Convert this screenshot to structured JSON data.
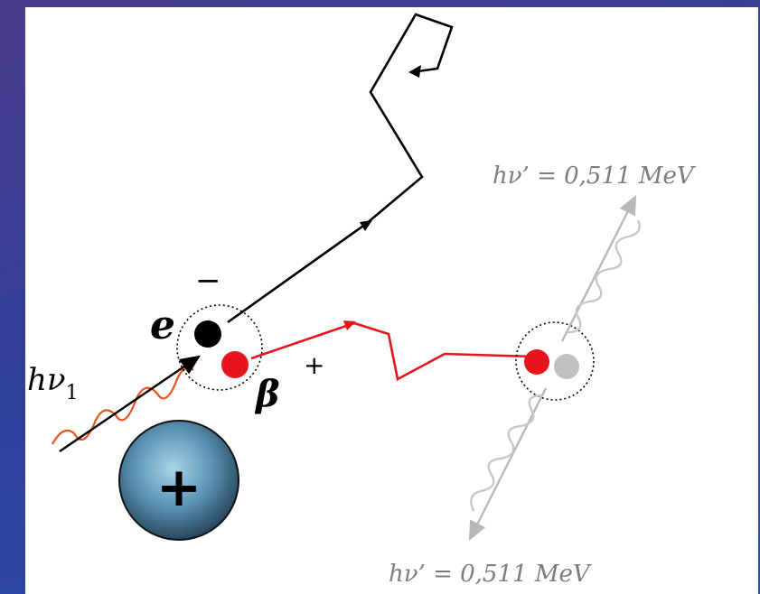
{
  "diagram": {
    "incident_photon_label": "hν",
    "incident_photon_subscript": "1",
    "electron_symbol": "e",
    "electron_charge": "−",
    "positron_symbol": "β",
    "positron_charge": "+",
    "nucleus_charge": "+",
    "annihilation_photon_top_label": "hν’ = 0,511 MeV",
    "annihilation_photon_bottom_label": "hν’ = 0,511 MeV",
    "colors": {
      "electron": "#000000",
      "positron": "#e8141b",
      "photon_incident": "#e8531b",
      "annihilation_photons": "#b8b8b8",
      "partner_particle": "#c0c0c0",
      "nucleus": "#3e7493"
    }
  }
}
